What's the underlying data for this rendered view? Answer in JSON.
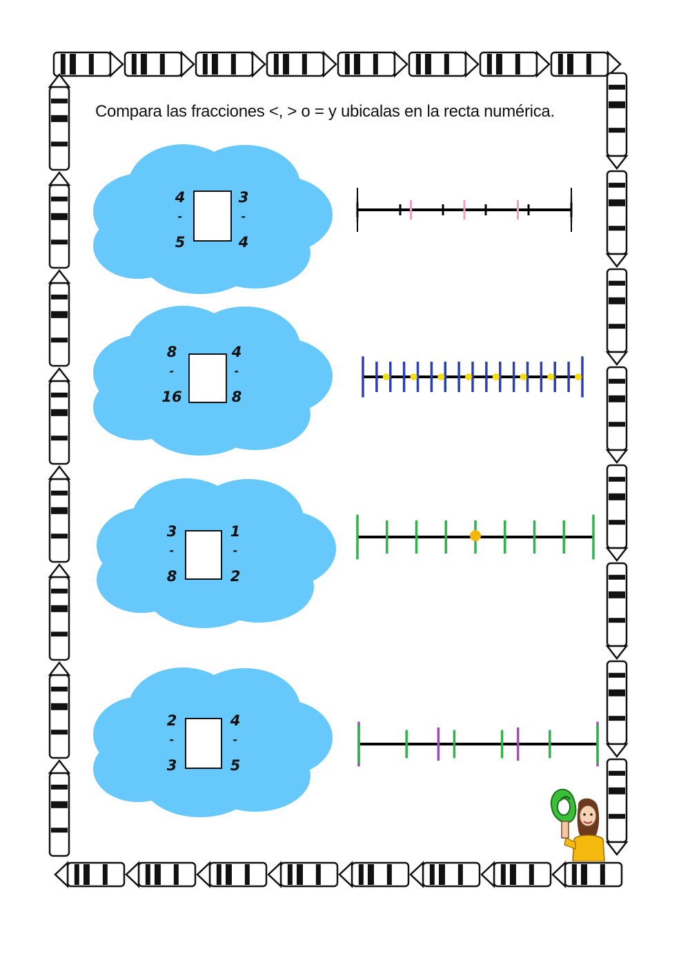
{
  "instruction": "Compara las fracciones <, > o = y ubicalas en la recta numérica.",
  "colors": {
    "cloud": "#66c8fb",
    "line": "#000000",
    "pink": "#ef9fc0",
    "blue": "#2c3eb0",
    "yellow": "#f7dc0e",
    "green": "#2db34a",
    "orange": "#f6b70d",
    "purple": "#a24db3"
  },
  "exercises": [
    {
      "left": {
        "num": "4",
        "bar": "-",
        "den": "5"
      },
      "right": {
        "num": "3",
        "bar": "-",
        "den": "4"
      }
    },
    {
      "left": {
        "num": "8",
        "bar": "-",
        "den": "16"
      },
      "right": {
        "num": "4",
        "bar": "-",
        "den": "8"
      }
    },
    {
      "left": {
        "num": "3",
        "bar": "-",
        "den": "8"
      },
      "right": {
        "num": "1",
        "bar": "-",
        "den": "2"
      }
    },
    {
      "left": {
        "num": "2",
        "bar": "-",
        "den": "3"
      },
      "right": {
        "num": "4",
        "bar": "-",
        "den": "5"
      }
    }
  ],
  "number_lines": [
    {
      "divisions_a": 4,
      "color_a": "pink",
      "divisions_b": 5,
      "color_b": "black",
      "dots": []
    },
    {
      "divisions_a": 16,
      "color_a": "blue",
      "dots_every": 2,
      "dots_color": "yellow"
    },
    {
      "divisions_a": 8,
      "color_a": "green",
      "dots": [
        0.5
      ],
      "dots_color": "orange"
    },
    {
      "divisions_a": 3,
      "color_a": "purple",
      "divisions_b": 5,
      "color_b": "green",
      "dots": []
    }
  ]
}
